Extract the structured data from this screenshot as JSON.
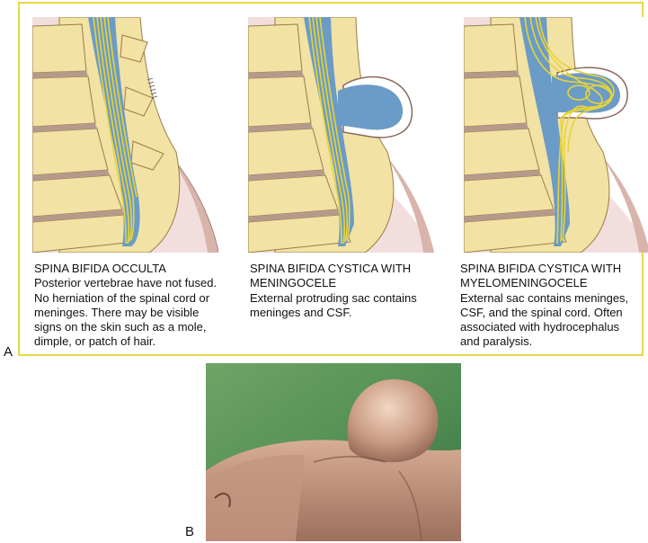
{
  "figure": {
    "part_a_label": "A",
    "part_b_label": "B",
    "panels": [
      {
        "title": "SPINA BIFIDA OCCULTA",
        "description": "Posterior vertebrae have not fused.\nNo herniation of the spinal cord or\nmeninges. There may be visible\nsigns on the skin such as a mole,\ndimple, or patch of hair."
      },
      {
        "title": "SPINA BIFIDA CYSTICA WITH\nMENINGOCELE",
        "description": "External protruding sac contains\nmeninges and CSF."
      },
      {
        "title": "SPINA BIFIDA CYSTICA WITH\nMYELOMENINGOCELE",
        "description": "External sac contains meninges,\nCSF, and the spinal cord. Often\nassociated with hydrocephalus\nand paralysis."
      }
    ]
  },
  "colors": {
    "frame_border": "#e6d84a",
    "skin_background": "#f3dede",
    "bone": "#f2e2a4",
    "disc": "#b59a8c",
    "csf": "#6b9bc7",
    "nerve": "#e8d437"
  }
}
